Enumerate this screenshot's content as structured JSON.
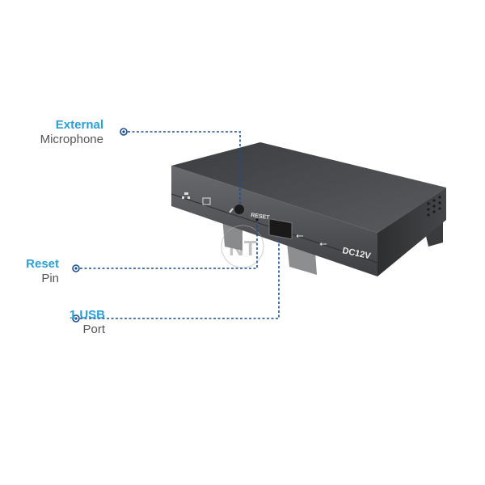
{
  "callouts": [
    {
      "bold": "External",
      "normal": "Microphone"
    },
    {
      "bold": "Reset",
      "normal": "Pin"
    },
    {
      "bold": "1 USB",
      "normal": "Port"
    }
  ],
  "device": {
    "reset_label": "RESET",
    "power_label": "DC12V",
    "watermark": "NT"
  },
  "colors": {
    "accent": "#2a9fd6",
    "line": "#1f4e8c",
    "device": "#4a4b4e"
  }
}
